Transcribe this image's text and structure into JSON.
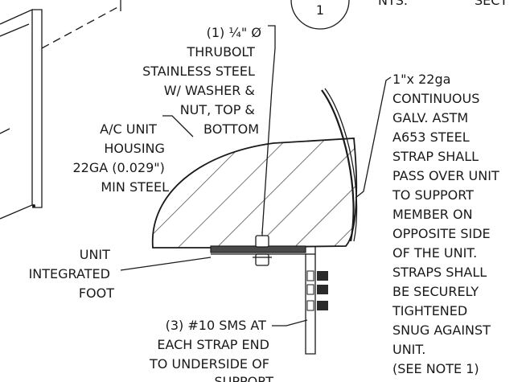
{
  "detail_marker": {
    "number": "1",
    "suffix_left": "NTS.",
    "suffix_right": "SECT"
  },
  "callouts": {
    "thrubolt": [
      "(1) ¼\" Ø",
      "THRUBOLT",
      "STAINLESS STEEL",
      "W/ WASHER &",
      "NUT, TOP &",
      "BOTTOM"
    ],
    "housing": [
      "A/C UNIT",
      "HOUSING",
      "22GA (0.029\")",
      "MIN STEEL"
    ],
    "foot": [
      "UNIT",
      "INTEGRATED",
      "FOOT"
    ],
    "sms": [
      "(3) #10 SMS AT",
      "EACH STRAP END",
      "TO UNDERSIDE OF",
      "SUPPORT"
    ],
    "strap": [
      "1\"x 22ga",
      "CONTINUOUS",
      "GALV. ASTM",
      "A653 STEEL",
      "STRAP SHALL",
      "PASS OVER UNIT",
      "TO SUPPORT",
      "MEMBER ON",
      "OPPOSITE SIDE",
      "OF THE UNIT.",
      "STRAPS SHALL",
      "BE SECURELY",
      "TIGHTENED",
      "SNUG AGAINST",
      "UNIT.",
      "(SEE NOTE 1)"
    ]
  }
}
